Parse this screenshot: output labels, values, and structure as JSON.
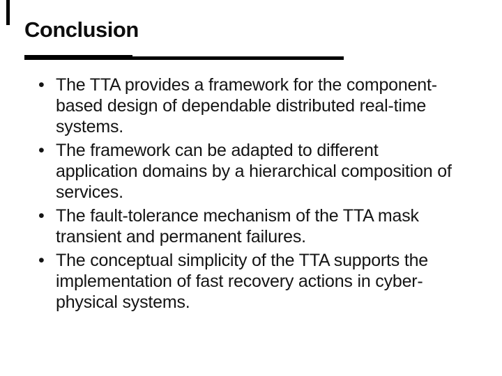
{
  "slide": {
    "title": "Conclusion",
    "colors": {
      "background": "#ffffff",
      "text": "#141414",
      "title_text": "#0d0d0d",
      "divider": "#000000",
      "corner_mark": "#000000"
    },
    "bullets": [
      {
        "marker": "•",
        "text": "The TTA provides a framework for the component-\nbased design of dependable distributed real-time\nsystems."
      },
      {
        "marker": "•",
        "text": "The framework can be adapted to different\napplication domains by a hierarchical composition of\nservices."
      },
      {
        "marker": "•",
        "text": "The fault-tolerance mechanism of the TTA mask\ntransient and permanent failures."
      },
      {
        "marker": "•",
        "text": "The conceptual simplicity of the TTA supports the\nimplementation of fast recovery actions in cyber-\nphysical systems."
      }
    ]
  }
}
